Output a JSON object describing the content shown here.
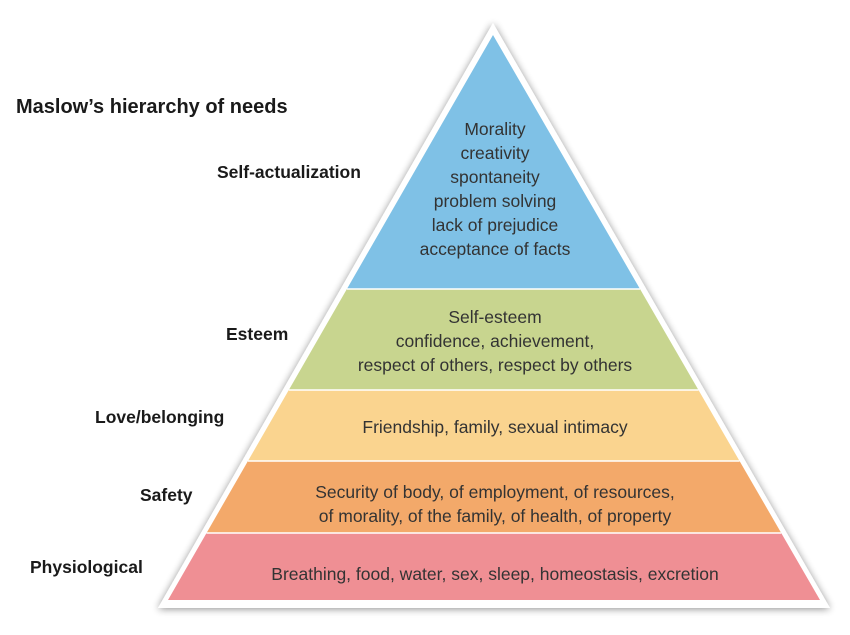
{
  "title": "Maslow’s hierarchy of needs",
  "colors": {
    "self_actualization": "#7fc1e6",
    "esteem": "#c8d58f",
    "love_belonging": "#fad48f",
    "safety": "#f3a96a",
    "physiological": "#ef8f94",
    "outline": "#ffffff"
  },
  "levels": [
    {
      "name": "Self-actualization",
      "lines": [
        "Morality",
        "creativity",
        "spontaneity",
        "problem solving",
        "lack of prejudice",
        "acceptance of facts"
      ]
    },
    {
      "name": "Esteem",
      "lines": [
        "Self-esteem",
        "confidence, achievement,",
        "respect of others, respect by others"
      ]
    },
    {
      "name": "Love/belonging",
      "lines": [
        "Friendship, family, sexual intimacy"
      ]
    },
    {
      "name": "Safety",
      "lines": [
        "Security of body, of employment, of resources,",
        "of morality, of the family, of health, of property"
      ]
    },
    {
      "name": "Physiological",
      "lines": [
        "Breathing, food, water, sex, sleep, homeostasis, excretion"
      ]
    }
  ]
}
